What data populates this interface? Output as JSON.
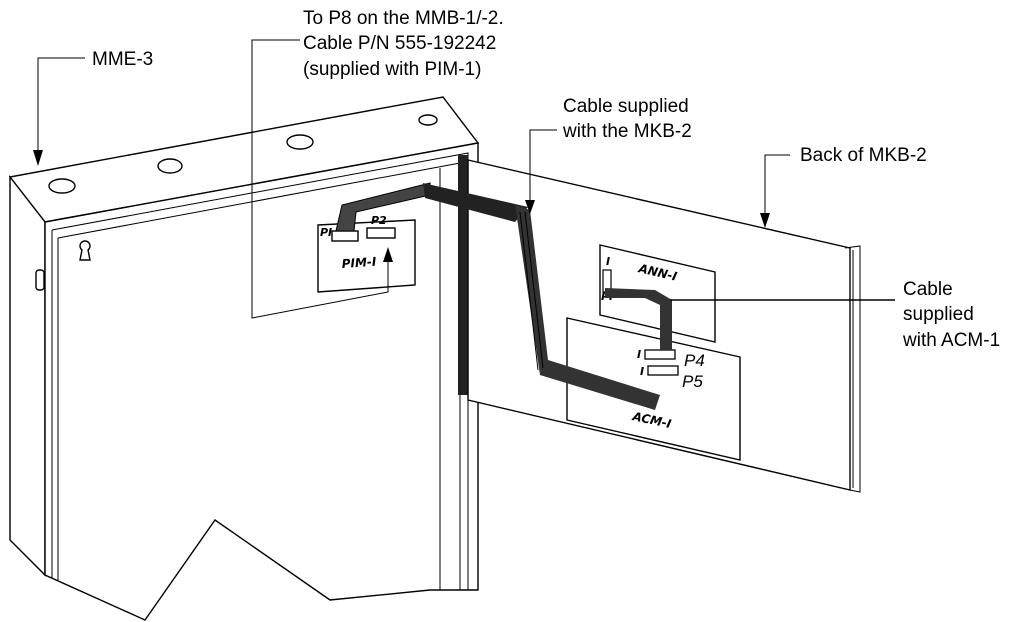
{
  "labels": {
    "mme3": "MME-3",
    "to_p8_line1": "To P8 on the MMB-1/-2.",
    "to_p8_line2": "Cable P/N 555-192242",
    "to_p8_line3": "(supplied with PIM-1)",
    "cable_mkb_line1": "Cable supplied",
    "cable_mkb_line2": "with the MKB-2",
    "back_mkb2": "Back of MKB-2",
    "cable_acm_line1": "Cable",
    "cable_acm_line2": "supplied",
    "cable_acm_line3": "with ACM-1"
  },
  "boards": {
    "pim1": "PIM-I",
    "pim_p1": "PI",
    "pim_p2": "P2",
    "ann1": "ANN-I",
    "ann_pin1": "I",
    "ann_p1": "PI",
    "acm1": "ACM-I",
    "acm_p4": "P4",
    "acm_p5": "P5",
    "acm_pin_p4": "I",
    "acm_pin_p5": "I"
  }
}
